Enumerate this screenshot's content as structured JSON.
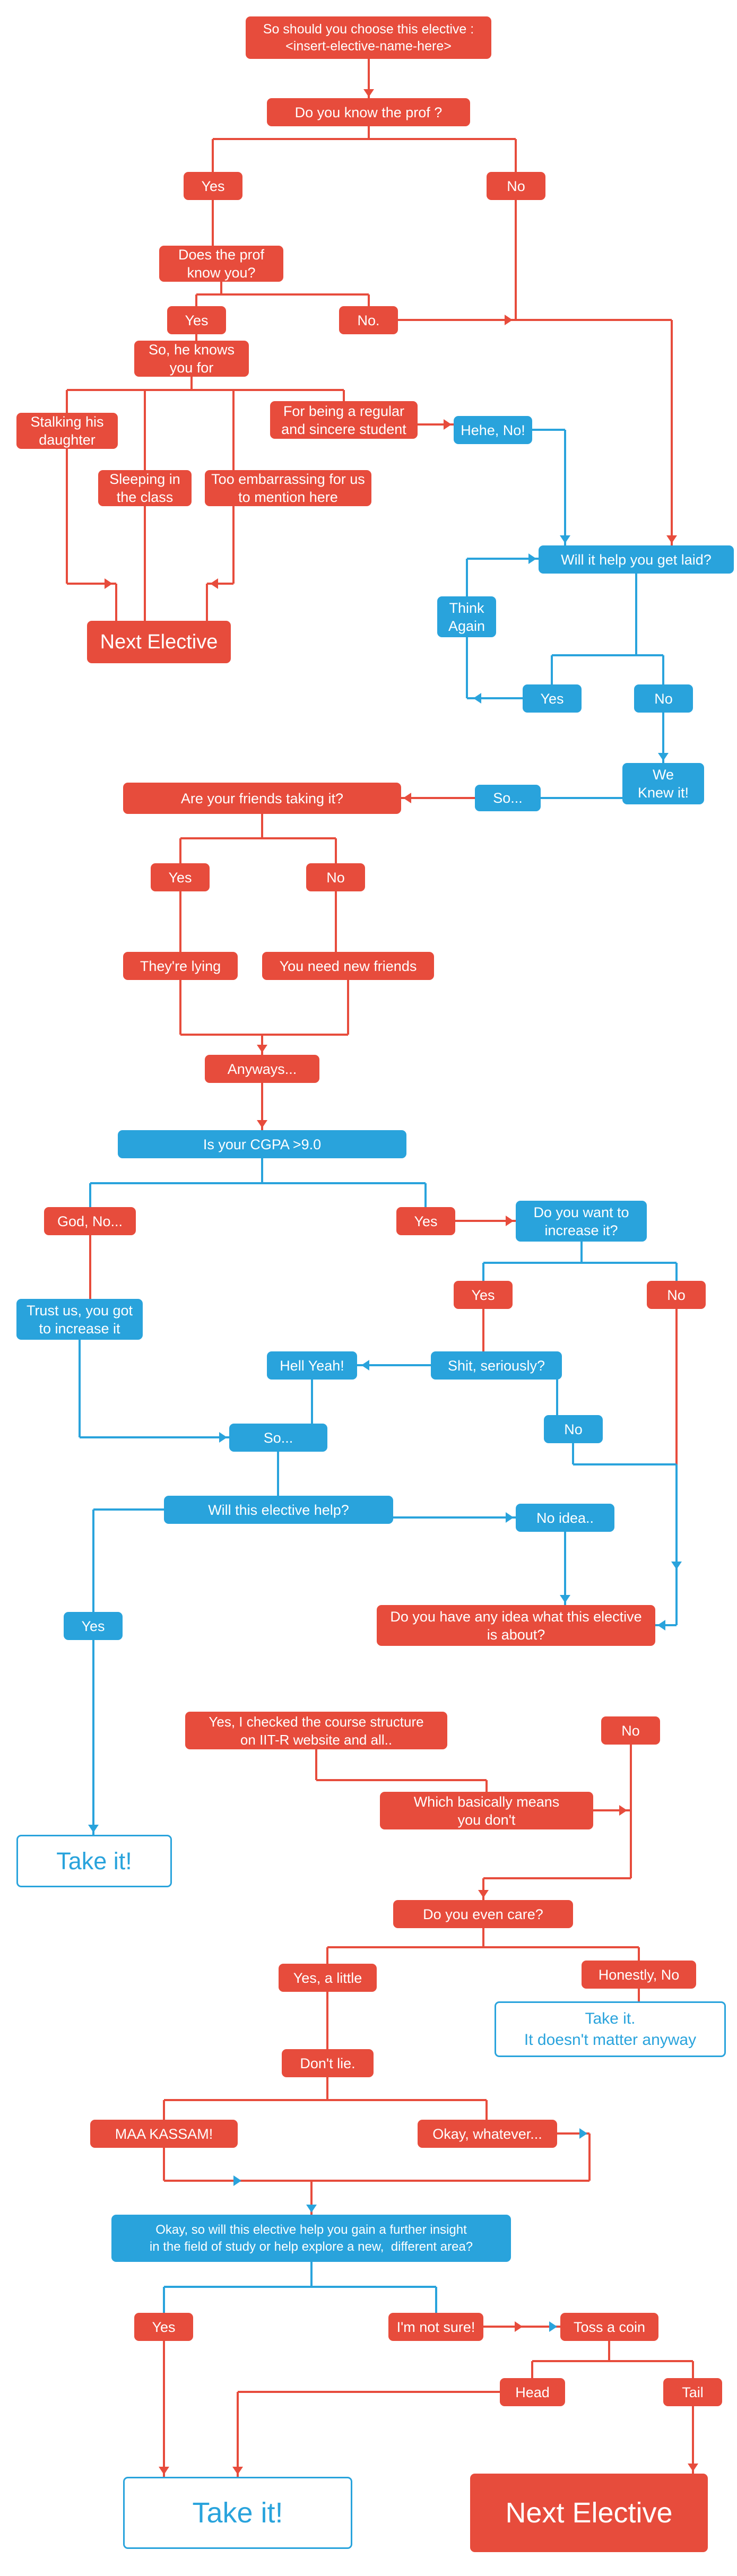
{
  "colors": {
    "red": "#e74c3c",
    "blue": "#29a3dc",
    "background": "#ffffff"
  },
  "nodes": {
    "start": "So should you choose this elective :\n<insert-elective-name-here>",
    "know_prof": "Do you know the prof ?",
    "know_prof_yes": "Yes",
    "know_prof_no": "No",
    "prof_knows_you": "Does the prof\nknow you?",
    "prof_knows_yes": "Yes",
    "prof_knows_no": "No.",
    "knows_you_for": "So, he knows\nyou for",
    "stalking": "Stalking his\ndaughter",
    "regular_student": "For being a regular\nand sincere student",
    "hehe_no": "Hehe, No!",
    "sleeping": "Sleeping in\nthe class",
    "embarrassing": "Too embarrassing for us\nto mention here",
    "next_elective_1": "Next Elective",
    "get_laid": "Will it help you get laid?",
    "think_again": "Think\nAgain",
    "laid_yes": "Yes",
    "laid_no": "No",
    "we_knew_it": "We\nKnew it!",
    "so_1": "So...",
    "friends_taking": "Are your friends taking it?",
    "friends_yes": "Yes",
    "friends_no": "No",
    "theyre_lying": "They're lying",
    "new_friends": "You need new friends",
    "anyways": "Anyways...",
    "cgpa": "Is your CGPA >9.0",
    "god_no": "God, No...",
    "cgpa_yes": "Yes",
    "increase": "Do you want to\nincrease it?",
    "trust_us": "Trust us, you got\nto increase it",
    "increase_yes": "Yes",
    "increase_no": "No",
    "hell_yeah": "Hell Yeah!",
    "shit_seriously": "Shit, seriously?",
    "shit_no": "No",
    "so_2": "So...",
    "elective_help": "Will this elective help?",
    "help_yes": "Yes",
    "no_idea": "No idea..",
    "take_it_1": "Take it!",
    "any_idea": "Do you have any idea what this elective\nis about?",
    "checked_structure": "Yes, I checked the course structure\non IIT-R website and all..",
    "idea_no": "No",
    "basically_dont": "Which basically means\nyou don't",
    "even_care": "Do you even care?",
    "care_little": "Yes, a little",
    "honestly_no": "Honestly, No",
    "take_it_anyway": "Take it.\nIt doesn't matter anyway",
    "dont_lie": "Don't lie.",
    "maa_kassam": "MAA KASSAM!",
    "okay_whatever": "Okay, whatever...",
    "insight": "Okay, so will this elective help you gain a further insight\nin the field of study or help explore a new,  different area?",
    "insight_yes": "Yes",
    "not_sure": "I'm not sure!",
    "toss_coin": "Toss a coin",
    "head": "Head",
    "tail": "Tail",
    "take_it_final": "Take it!",
    "next_elective_final": "Next Elective"
  }
}
